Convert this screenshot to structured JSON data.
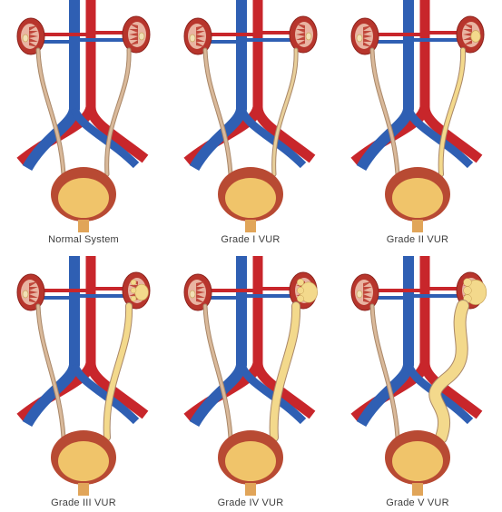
{
  "panels": [
    {
      "label": "Normal System",
      "grade": 0
    },
    {
      "label": "Grade I VUR",
      "grade": 1
    },
    {
      "label": "Grade II VUR",
      "grade": 2
    },
    {
      "label": "Grade III VUR",
      "grade": 3
    },
    {
      "label": "Grade IV VUR",
      "grade": 4
    },
    {
      "label": "Grade V VUR",
      "grade": 5
    }
  ],
  "colors": {
    "artery": "#c8262b",
    "vein": "#2f5fb3",
    "kidney": "#b7352c",
    "ureter_normal": "#d9b99a",
    "urine": "#f3d98c",
    "bladder_wall": "#b84a33",
    "bladder_fill": "#f0c46a"
  }
}
